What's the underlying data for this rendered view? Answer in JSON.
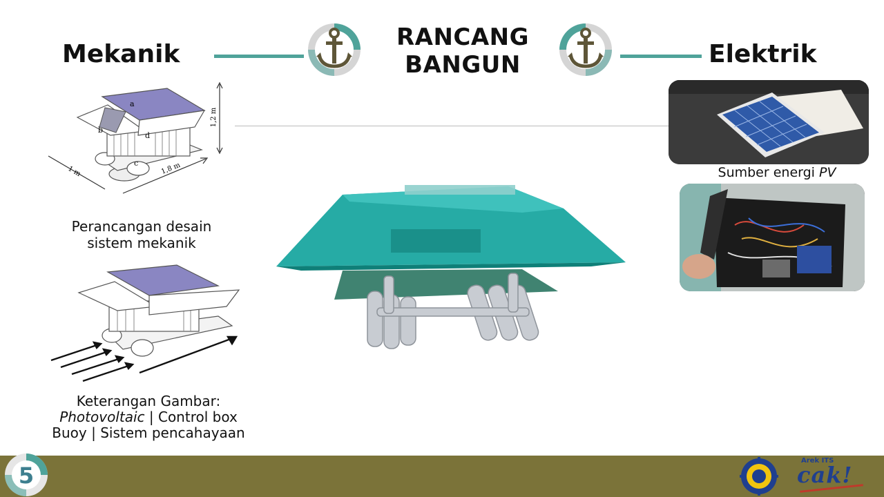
{
  "title": {
    "line1": "RANCANG",
    "line2": "BANGUN"
  },
  "left_heading": "Mekanik",
  "right_heading": "Elektrik",
  "mech_diagram": {
    "label_a": "a",
    "label_b": "b",
    "label_c": "c",
    "label_d": "d",
    "dim_height": "1,2 m",
    "dim_length": "1,8 m",
    "dim_width": "1 m"
  },
  "mech_caption": {
    "line1": "Perancangan desain",
    "line2": "sistem mekanik"
  },
  "legend": {
    "line1": "Keterangan Gambar:",
    "line2_italic": "Photovoltaic",
    "line2_rest": " | Control box",
    "line3": "Buoy | Sistem pencahayaan"
  },
  "pv_caption": {
    "prefix": "Sumber energi ",
    "italic": "PV"
  },
  "page_number": "5",
  "logo_text": {
    "small": "Arek ITS",
    "big": "cak!"
  },
  "colors": {
    "accent": "#4fa39a",
    "footer": "#7b7339",
    "canopy": "#1aa6a0",
    "roof": "#8a86c2"
  },
  "icons": [
    "anchor-icon",
    "its-logo",
    "arek-its-cak-logo"
  ]
}
